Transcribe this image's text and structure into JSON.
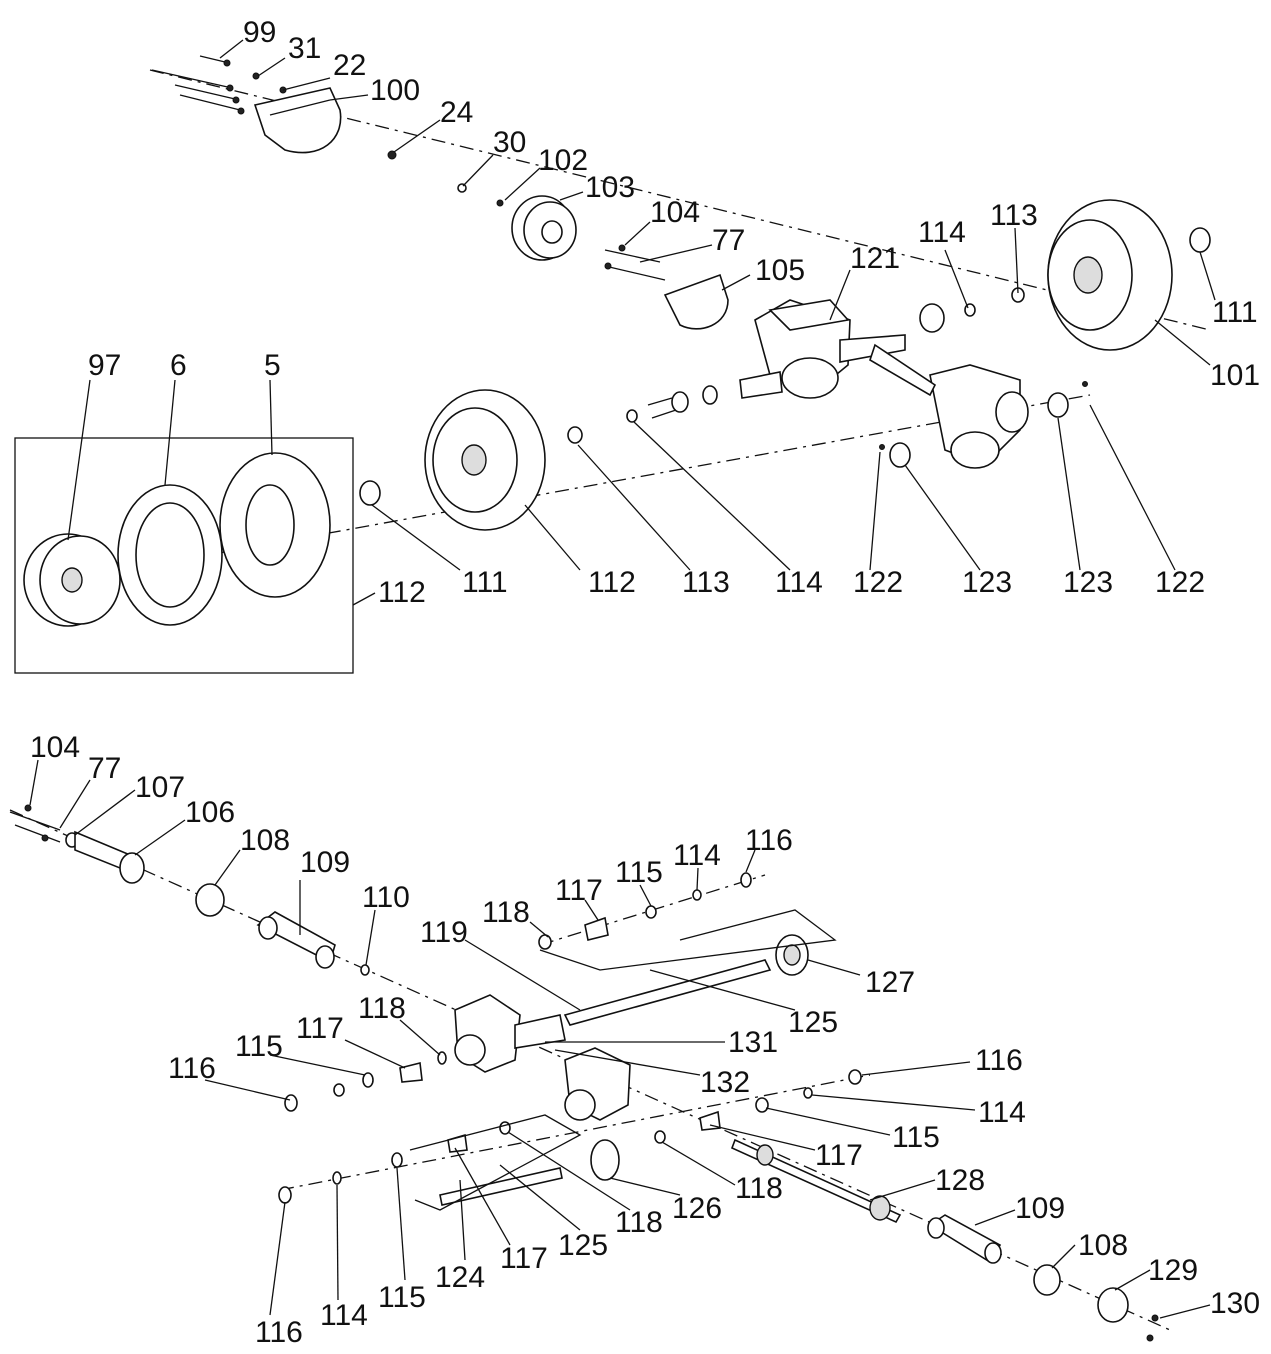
{
  "upper_labels": [
    "99",
    "31",
    "22",
    "100",
    "24",
    "30",
    "102",
    "103",
    "104",
    "77",
    "105",
    "121",
    "114",
    "113",
    "111",
    "101",
    "97",
    "6",
    "5",
    "111",
    "112",
    "113",
    "114",
    "122",
    "123",
    "123",
    "122",
    "112"
  ],
  "lower_labels": [
    "104",
    "77",
    "107",
    "106",
    "108",
    "109",
    "110",
    "117",
    "115",
    "114",
    "116",
    "118",
    "119",
    "127",
    "125",
    "131",
    "132",
    "118",
    "117",
    "115",
    "116",
    "116",
    "114",
    "115",
    "117",
    "118",
    "128",
    "109",
    "108",
    "129",
    "130",
    "118",
    "126",
    "125",
    "117",
    "124",
    "115",
    "114",
    "116"
  ]
}
